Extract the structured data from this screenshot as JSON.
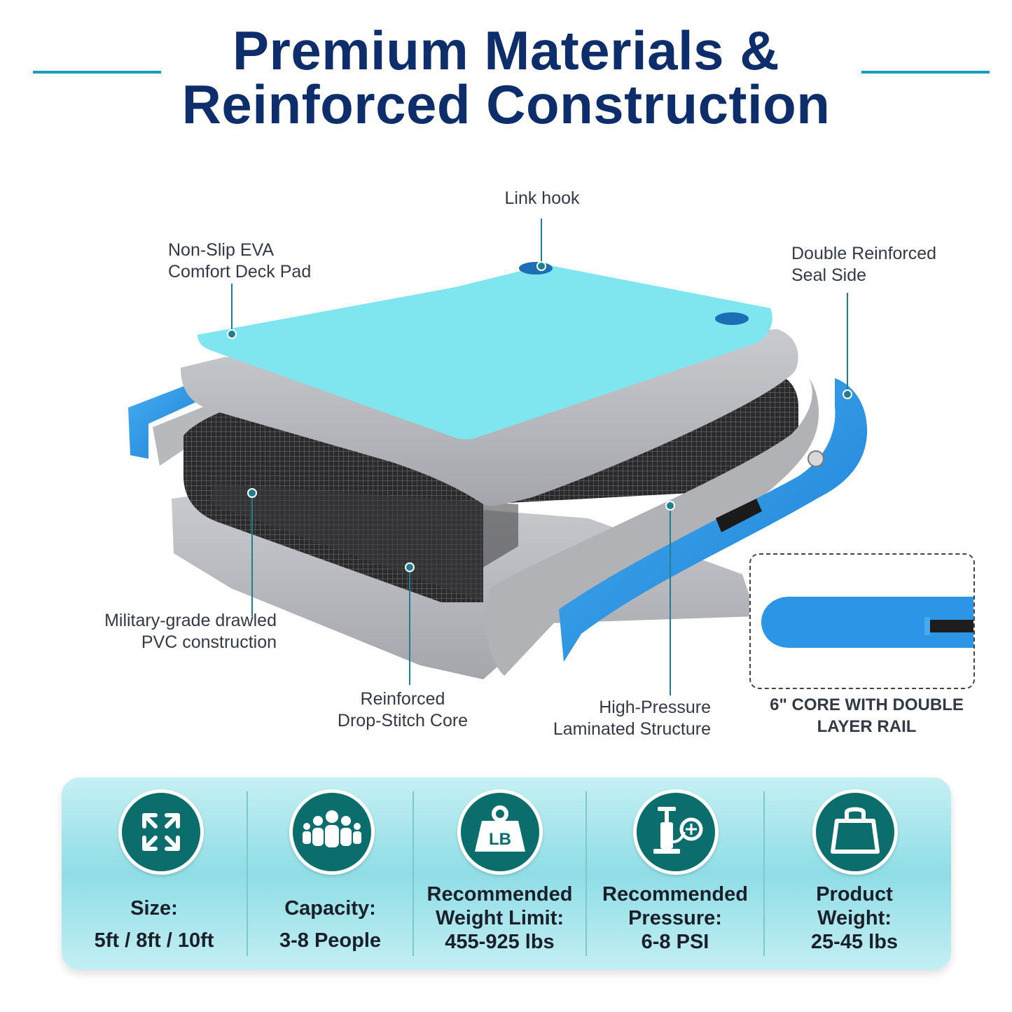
{
  "header": {
    "title_line1": "Premium Materials &",
    "title_line2": "Reinforced Construction"
  },
  "callouts": {
    "link_hook": "Link hook",
    "deck_pad_line1": "Non-Slip EVA",
    "deck_pad_line2": "Comfort Deck Pad",
    "seal_side_line1": "Double Reinforced",
    "seal_side_line2": "Seal Side",
    "pvc_line1": "Military-grade drawled",
    "pvc_line2": "PVC construction",
    "core_line1": "Reinforced",
    "core_line2": "Drop-Stitch Core",
    "laminated_line1": "High-Pressure",
    "laminated_line2": "Laminated Structure",
    "inset_line1": "6\" CORE WITH DOUBLE",
    "inset_line2": "LAYER RAIL"
  },
  "specs": [
    {
      "icon": "expand-arrows-icon",
      "label": "Size:",
      "value": "5ft / 8ft / 10ft"
    },
    {
      "icon": "people-group-icon",
      "label": "Capacity:",
      "value": "3-8 People"
    },
    {
      "icon": "lb-weight-icon",
      "label_line1": "Recommended",
      "label_line2": "Weight Limit:",
      "value": "455-925 lbs"
    },
    {
      "icon": "air-pump-icon",
      "label_line1": "Recommended",
      "label_line2": "Pressure:",
      "value": "6-8 PSI"
    },
    {
      "icon": "weight-bag-icon",
      "label_line1": "Product",
      "label_line2": "Weight:",
      "value": "25-45 lbs"
    }
  ],
  "colors": {
    "title": "#0d2d6b",
    "accent_line": "#1a9fb8",
    "deck": "#7ee6ee",
    "rail": "#2d95e6",
    "pvc": "#b4b6ba",
    "icon_bg": "#0b6e6c",
    "leader": "#1f7f90"
  }
}
